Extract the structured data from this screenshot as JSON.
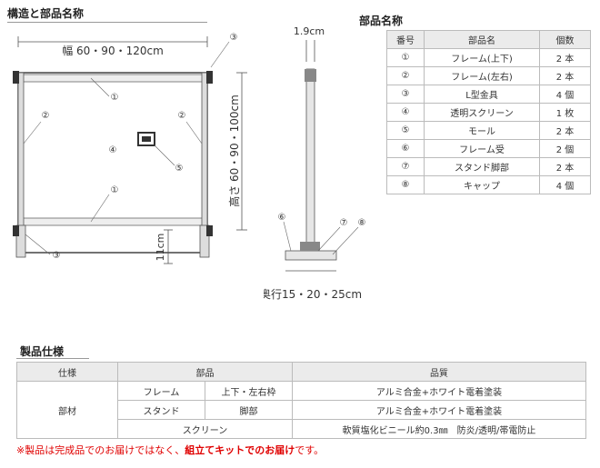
{
  "structure": {
    "title": "構造と部品名称",
    "width_label": "幅 60・90・120cm",
    "height_label": "高さ 60・90・100cm",
    "foot_label": "11cm",
    "markers": {
      "m1_top": "①",
      "m1_bottom": "①",
      "m2_left": "②",
      "m2_right": "②",
      "m3_top": "③",
      "m3_bottom": "③",
      "m4": "④",
      "m5": "⑤"
    }
  },
  "side_view": {
    "thickness_label": "1.9cm",
    "depth_label": "奥行15・20・25cm",
    "markers": {
      "m6": "⑥",
      "m7": "⑦",
      "m8": "⑧"
    }
  },
  "parts": {
    "title": "部品名称",
    "headers": [
      "番号",
      "部品名",
      "個数"
    ],
    "rows": [
      [
        "①",
        "フレーム(上下)",
        "2 本"
      ],
      [
        "②",
        "フレーム(左右)",
        "2 本"
      ],
      [
        "③",
        "L型金具",
        "4 個"
      ],
      [
        "④",
        "透明スクリーン",
        "1 枚"
      ],
      [
        "⑤",
        "モール",
        "2 本"
      ],
      [
        "⑥",
        "フレーム受",
        "2 個"
      ],
      [
        "⑦",
        "スタンド脚部",
        "2 本"
      ],
      [
        "⑧",
        "キャップ",
        "4 個"
      ]
    ]
  },
  "spec": {
    "title": "製品仕様",
    "headers": [
      "仕様",
      "部品",
      "品質"
    ],
    "category": "部材",
    "rows": [
      {
        "part": "フレーム",
        "sub": "上下・左右枠",
        "quality": "アルミ合金+ホワイト電着塗装"
      },
      {
        "part": "スタンド",
        "sub": "脚部",
        "quality": "アルミ合金+ホワイト電着塗装"
      },
      {
        "part": "スクリーン",
        "sub": "",
        "quality": "軟質塩化ビニール約0.3㎜　防炎/透明/帯電防止"
      }
    ]
  },
  "note": {
    "prefix": "※製品は完成品でのお届けではなく、",
    "emphasis": "組立てキットでのお届け",
    "suffix": "です。"
  }
}
